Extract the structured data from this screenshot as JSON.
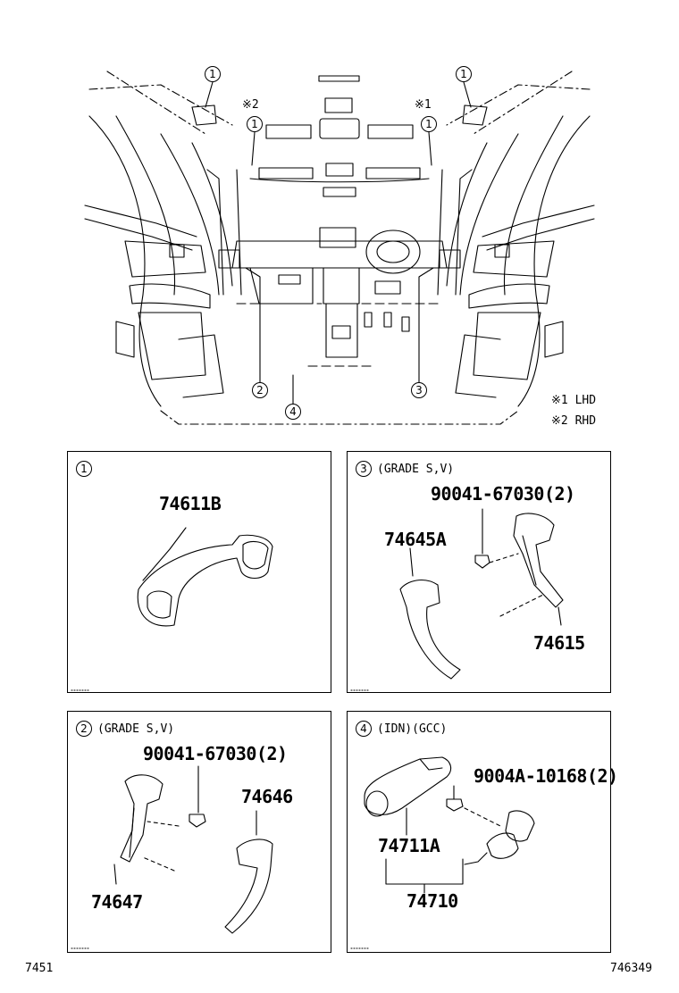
{
  "overview": {
    "callouts": [
      "1",
      "1",
      "1",
      "1",
      "2",
      "3",
      "4"
    ],
    "lhd_mark": "※1",
    "rhd_mark": "※2",
    "legend": [
      {
        "mark": "※1",
        "text": "LHD"
      },
      {
        "mark": "※2",
        "text": "RHD"
      }
    ]
  },
  "panels": [
    {
      "index": "1",
      "note": "",
      "parts": [
        "74611B"
      ]
    },
    {
      "index": "3",
      "note": "(GRADE S,V)",
      "parts": [
        "90041-67030(2)",
        "74645A",
        "74615"
      ]
    },
    {
      "index": "2",
      "note": "(GRADE S,V)",
      "parts": [
        "90041-67030(2)",
        "74646",
        "74647"
      ]
    },
    {
      "index": "4",
      "note": "(IDN)(GCC)",
      "parts": [
        "9004A-10168(2)",
        "74711A",
        "74710"
      ]
    }
  ],
  "footer": {
    "left": "7451",
    "right": "746349"
  }
}
